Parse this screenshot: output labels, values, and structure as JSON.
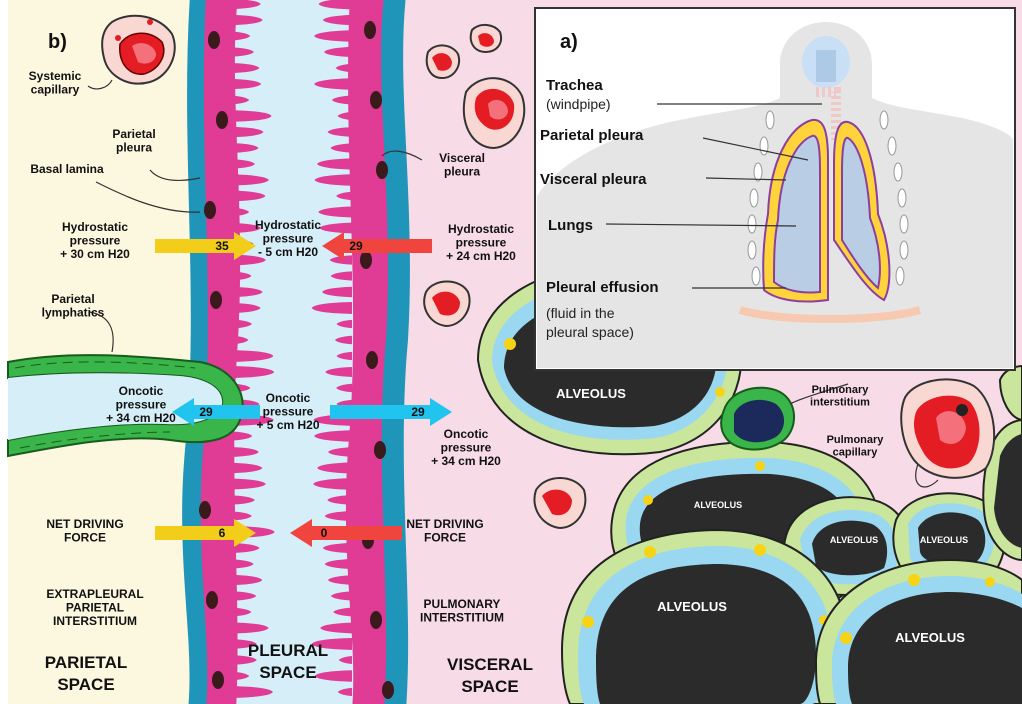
{
  "panel_b": {
    "label": "b)",
    "systemic_capillary": "Systemic\ncapillary",
    "parietal_pleura": "Parietal\npleura",
    "basal_lamina": "Basal lamina",
    "visceral_pleura": "Visceral\npleura",
    "hydro_left": "Hydrostatic\npressure\n+ 30 cm H20",
    "hydro_mid": "Hydrostatic\npressure\n- 5 cm H20",
    "hydro_right": "Hydrostatic\npressure\n+ 24 cm H20",
    "parietal_lymphatics": "Parietal\nlymphatics",
    "onc_left": "Oncotic\npressure\n+ 34 cm H20",
    "onc_mid": "Oncotic\npressure\n+ 5 cm H20",
    "onc_right": "Oncotic\npressure\n+ 34 cm H20",
    "ndf_left": "NET DRIVING\nFORCE",
    "ndf_right": "NET DRIVING\nFORCE",
    "extrapleural": "EXTRAPLEURAL\nPARIETAL\nINTERSTITIUM",
    "pulm_interstitium_bottom": "PULMONARY\nINTERSTITIUM",
    "parietal_space": "PARIETAL\nSPACE",
    "pleural_space": "PLEURAL\nSPACE",
    "visceral_space": "VISCERAL\nSPACE",
    "arrow_values": {
      "hydro_left": "35",
      "hydro_right": "29",
      "onc_left": "29",
      "onc_right": "29",
      "ndf_left": "6",
      "ndf_right": "0"
    },
    "alveolus": "ALVEOLUS",
    "pulm_interstitium_label": "Pulmonary\ninterstitium",
    "pulm_capillary": "Pulmonary\ncapillary"
  },
  "panel_a": {
    "label": "a)",
    "trachea": "Trachea",
    "windpipe": "(windpipe)",
    "parietal_pleura": "Parietal pleura",
    "visceral_pleura": "Visceral pleura",
    "lungs": "Lungs",
    "pleural_effusion": "Pleural effusion",
    "effusion_desc": "(fluid in the\npleural space)"
  },
  "colors": {
    "parietal_bg": "#fcf8e0",
    "pleural_space": "#d5eef8",
    "visceral_bg": "#f7dbe7",
    "membrane": "#e03c96",
    "basal": "#1f95b9",
    "yellow_arrow": "#f2cd1a",
    "red_arrow": "#f0453e",
    "blue_arrow": "#21c3ef",
    "lymphatic": "#3aaa35"
  }
}
